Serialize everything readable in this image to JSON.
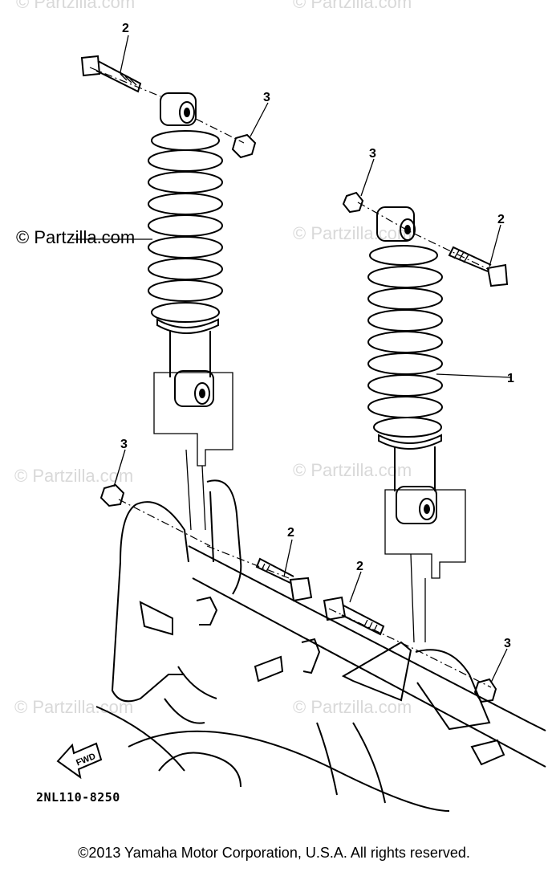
{
  "watermark": {
    "text": "© Partzilla.com"
  },
  "callouts": {
    "part_1": "1",
    "part_2": "2",
    "part_3": "3"
  },
  "diagram_code": "2NL110-8250",
  "fwd_label": "FWD",
  "copyright": "©2013 Yamaha Motor Corporation, U.S.A. All rights reserved."
}
